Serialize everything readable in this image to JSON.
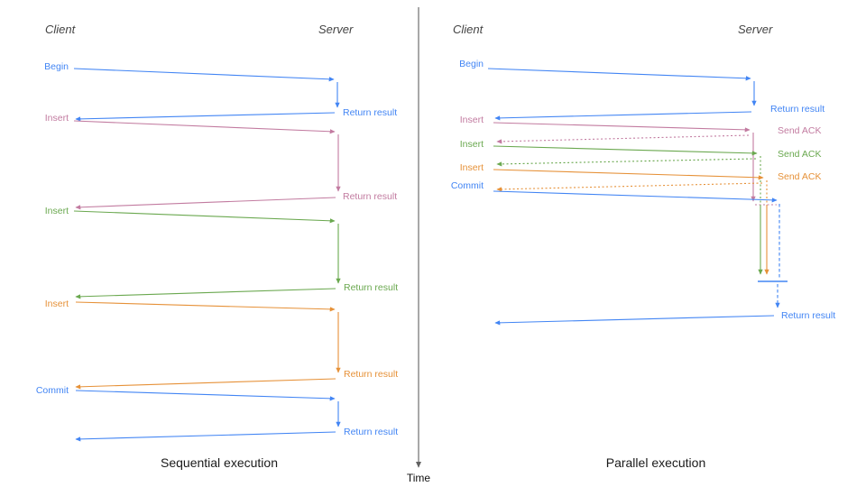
{
  "sequential": {
    "client": "Client",
    "server": "Server",
    "title": "Sequential execution",
    "ops": [
      {
        "label": "Begin",
        "color": "#4285f4",
        "response": "Return result"
      },
      {
        "label": "Insert",
        "color": "#c27ba0",
        "response": "Return result"
      },
      {
        "label": "Insert",
        "color": "#6aa84f",
        "response": "Return result"
      },
      {
        "label": "Insert",
        "color": "#e69138",
        "response": "Return result"
      },
      {
        "label": "Commit",
        "color": "#4285f4",
        "response": "Return result"
      }
    ]
  },
  "parallel": {
    "client": "Client",
    "server": "Server",
    "title": "Parallel execution",
    "ops": [
      {
        "label": "Begin",
        "color": "#4285f4",
        "response": "Return result"
      },
      {
        "label": "Insert",
        "color": "#c27ba0",
        "ack": "Send ACK"
      },
      {
        "label": "Insert",
        "color": "#6aa84f",
        "ack": "Send ACK"
      },
      {
        "label": "Insert",
        "color": "#e69138",
        "ack": "Send ACK"
      },
      {
        "label": "Commit",
        "color": "#4285f4",
        "response": "Return result"
      }
    ]
  },
  "time_axis": {
    "label": "Time"
  },
  "colors": {
    "blue": "#4285f4",
    "pink": "#c27ba0",
    "green": "#6aa84f",
    "orange": "#e69138",
    "axis_gray": "#616161",
    "header_gray": "#434343",
    "background": "#ffffff"
  }
}
